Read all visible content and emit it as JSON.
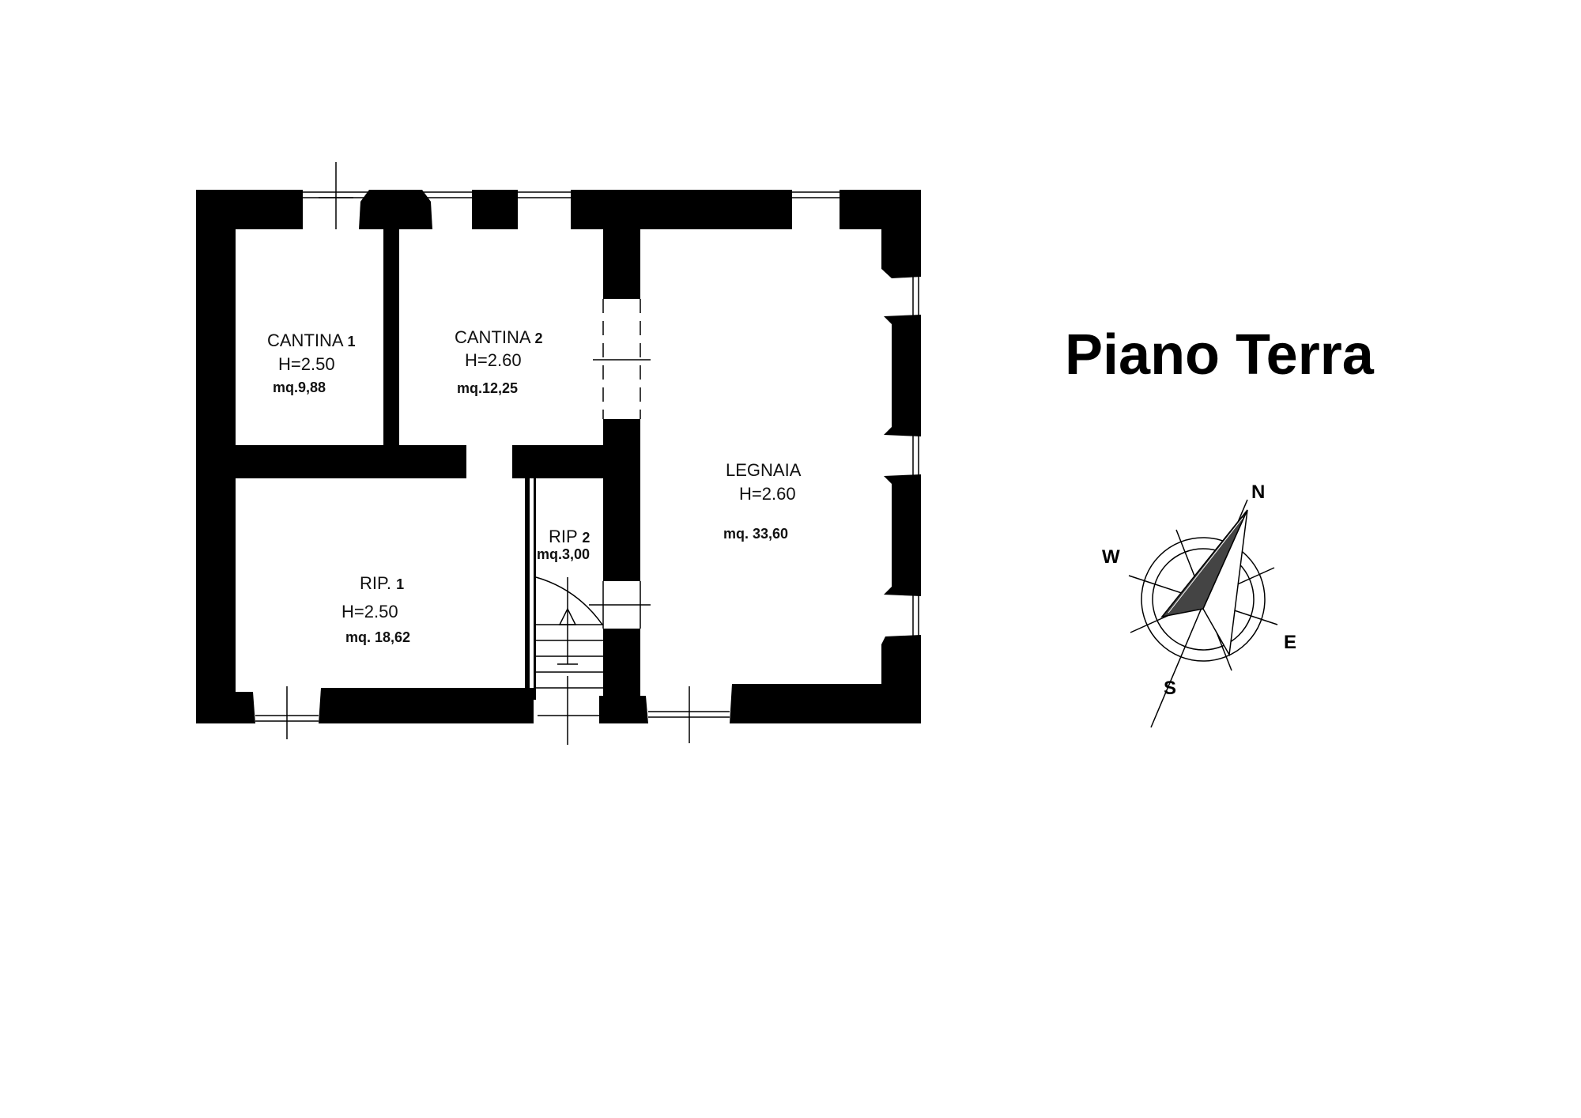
{
  "title": "Piano Terra",
  "rooms": [
    {
      "id": "cantina1",
      "name": "CANTINA",
      "num": "1",
      "height": "H=2.50",
      "area": "mq.9,88"
    },
    {
      "id": "cantina2",
      "name": "CANTINA",
      "num": "2",
      "height": "H=2.60",
      "area": "mq.12,25"
    },
    {
      "id": "legnaia",
      "name": "LEGNAIA",
      "num": "",
      "height": "H=2.60",
      "area": "mq. 33,60"
    },
    {
      "id": "rip1",
      "name": "RIP.",
      "num": "1",
      "height": "H=2.50",
      "area": "mq. 18,62"
    },
    {
      "id": "rip2",
      "name": "RIP",
      "num": "2",
      "height": "",
      "area": "mq.3,00"
    }
  ],
  "compass": {
    "n": "N",
    "s": "S",
    "e": "E",
    "w": "W"
  },
  "colors": {
    "wall": "#000000",
    "background": "#ffffff"
  }
}
